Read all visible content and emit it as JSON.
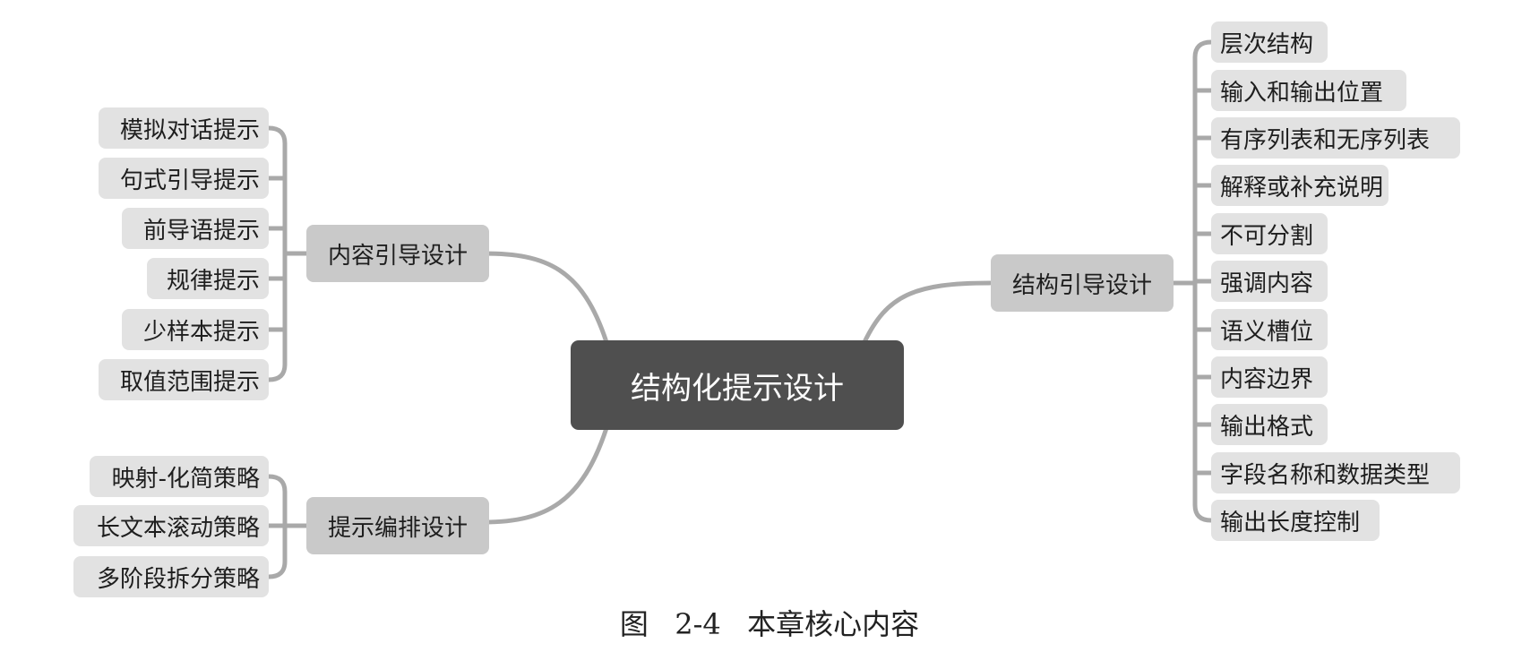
{
  "center": {
    "label": "结构化提示设计"
  },
  "branches": {
    "content_guide": {
      "label": "内容引导设计",
      "items": [
        "模拟对话提示",
        "句式引导提示",
        "前导语提示",
        "规律提示",
        "少样本提示",
        "取值范围提示"
      ]
    },
    "layout": {
      "label": "提示编排设计",
      "items": [
        "映射-化简策略",
        "长文本滚动策略",
        "多阶段拆分策略"
      ]
    },
    "structure_guide": {
      "label": "结构引导设计",
      "items": [
        "层次结构",
        "输入和输出位置",
        "有序列表和无序列表",
        "解释或补充说明",
        "不可分割",
        "强调内容",
        "语义槽位",
        "内容边界",
        "输出格式",
        "字段名称和数据类型",
        "输出长度控制"
      ]
    }
  },
  "caption": "图 2-4  本章核心内容",
  "colors": {
    "center_fill": "#4f4f4f",
    "branch_fill": "#c9c9c9",
    "leaf_fill": "#e2e2e2",
    "connector": "#a9a9a9"
  }
}
